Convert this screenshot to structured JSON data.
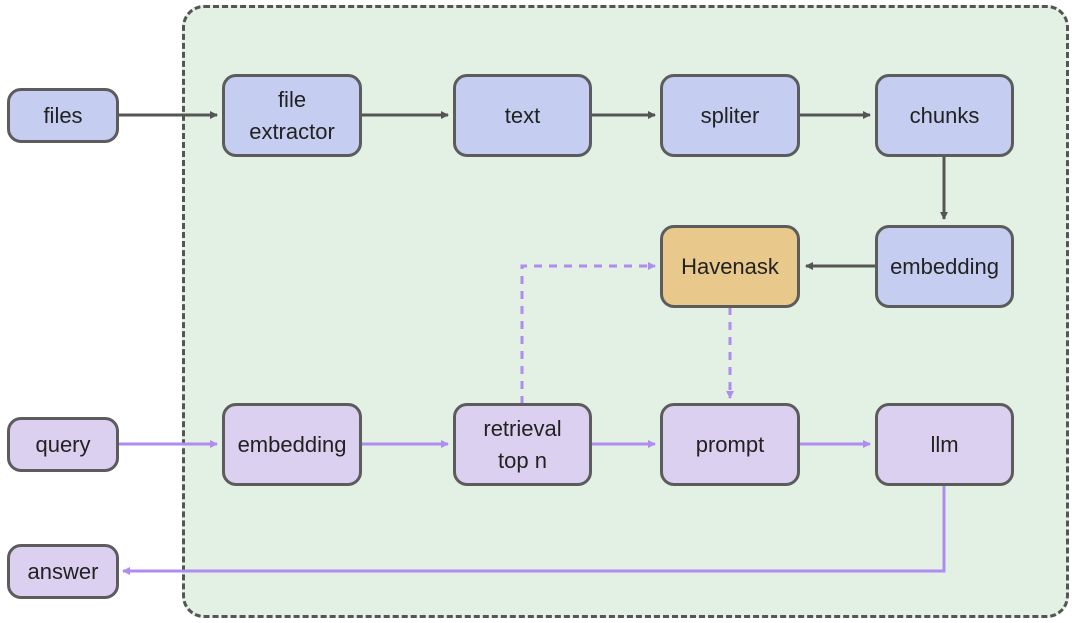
{
  "nodes": {
    "files": "files",
    "file_extractor": [
      "file",
      "extractor"
    ],
    "text": "text",
    "spliter": "spliter",
    "chunks": "chunks",
    "embedding_doc": "embedding",
    "havenask": "Havenask",
    "query": "query",
    "embedding_query": "embedding",
    "retrieval": [
      "retrieval",
      "top n"
    ],
    "prompt": "prompt",
    "llm": "llm",
    "answer": "answer"
  },
  "colors": {
    "document_path": "#c5cdf1",
    "query_path": "#dcd0f1",
    "store": "#e9c98b",
    "group_background": "#e2f1e3",
    "dark_arrow": "#555555",
    "light_arrow": "#b08cf0"
  }
}
